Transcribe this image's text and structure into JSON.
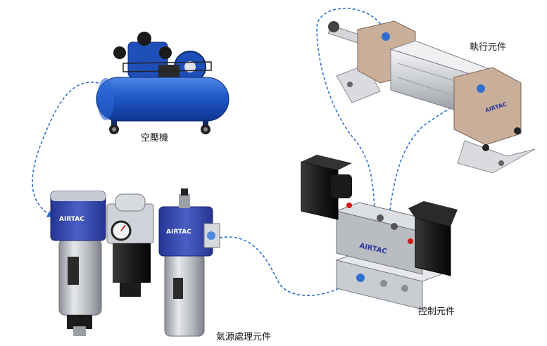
{
  "labels": {
    "compressor": "空壓機",
    "actuator": "執行元件",
    "frl": "氣源處理元件",
    "valve": "控制元件"
  },
  "brand": {
    "frl_1": "AIRTAC",
    "frl_2": "AIRTAC",
    "valve": "AIRTAC",
    "cylinder": "AIRTAC"
  },
  "colors": {
    "pipe": "#2f6fd0",
    "tank": "#1f58c8",
    "frl_blue": "#3547a8",
    "metal": "#b9bcc2",
    "valve_black": "#1b1b1b"
  }
}
